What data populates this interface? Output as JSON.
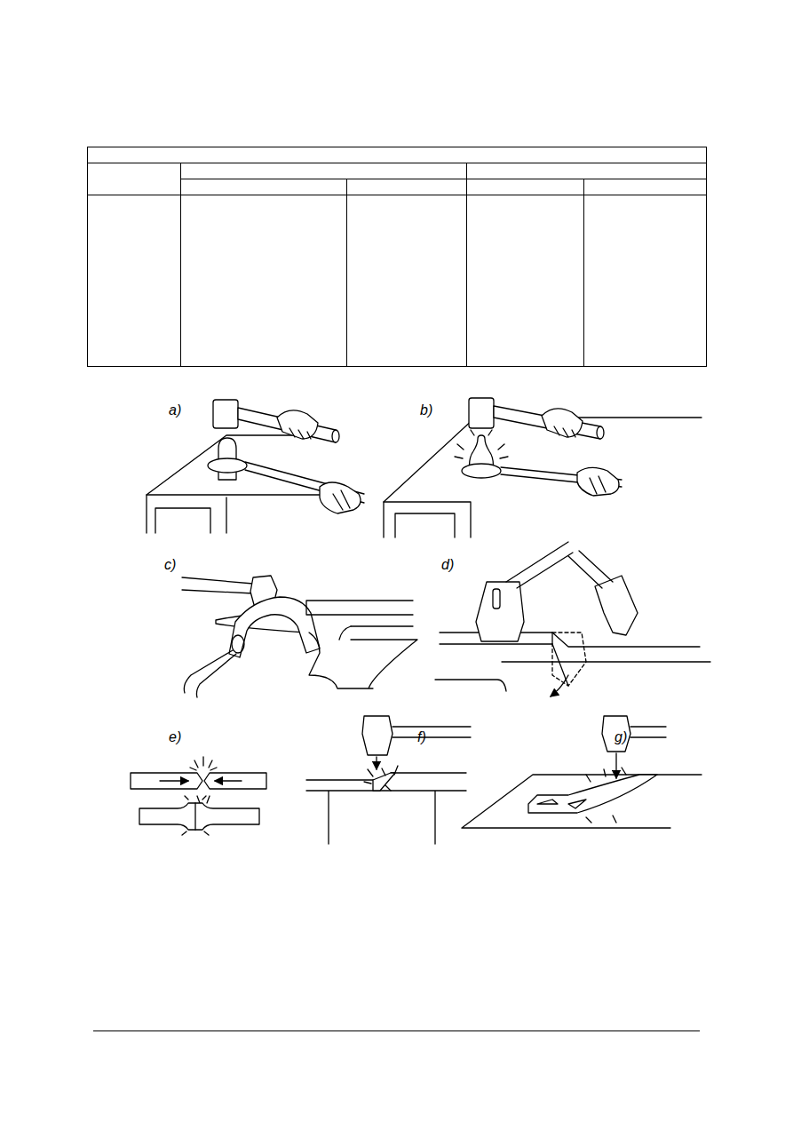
{
  "diagram": {
    "labels": [
      "a)",
      "b)",
      "c)",
      "d)",
      "e)",
      "f)",
      "g)"
    ]
  }
}
